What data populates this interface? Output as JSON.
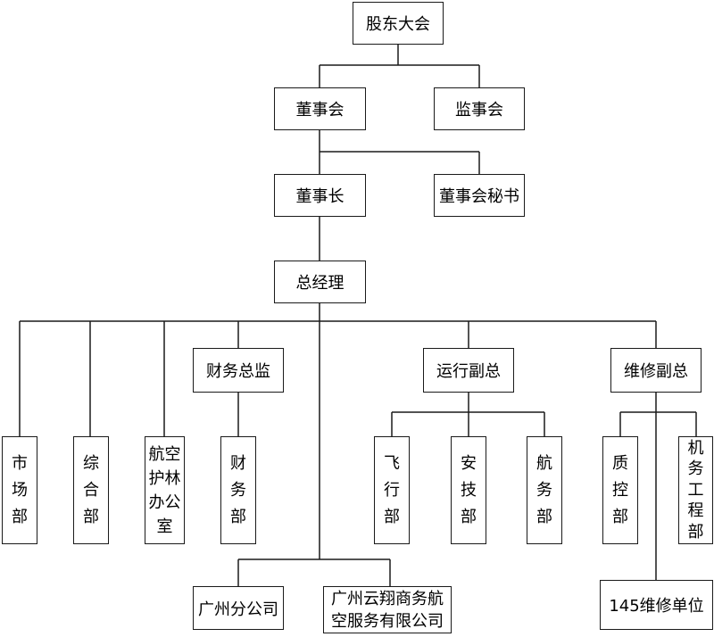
{
  "org_chart": {
    "top": {
      "shareholders_meeting": "股东大会",
      "board_of_directors": "董事会",
      "board_of_supervisors": "监事会",
      "chairman": "董事长",
      "board_secretary": "董事会秘书",
      "general_manager": "总经理"
    },
    "executives": {
      "finance_director": "财务总监",
      "operations_vp": "运行副总",
      "maintenance_vp": "维修副总"
    },
    "departments": {
      "marketing": "市场部",
      "general_affairs": "综合部",
      "aerial_forest_protection_office": "航空护林办公室",
      "finance": "财务部",
      "flight": "飞行部",
      "safety_technology": "安技部",
      "flight_operations": "航务部",
      "quality_control": "质控部",
      "maintenance_engineering": "机务工程部"
    },
    "subsidiaries": {
      "guangzhou_branch": "广州分公司",
      "yunxiang_business_aviation": "广州云翔商务航空服务有限公司",
      "maintenance_unit_145": "145维修单位"
    }
  }
}
